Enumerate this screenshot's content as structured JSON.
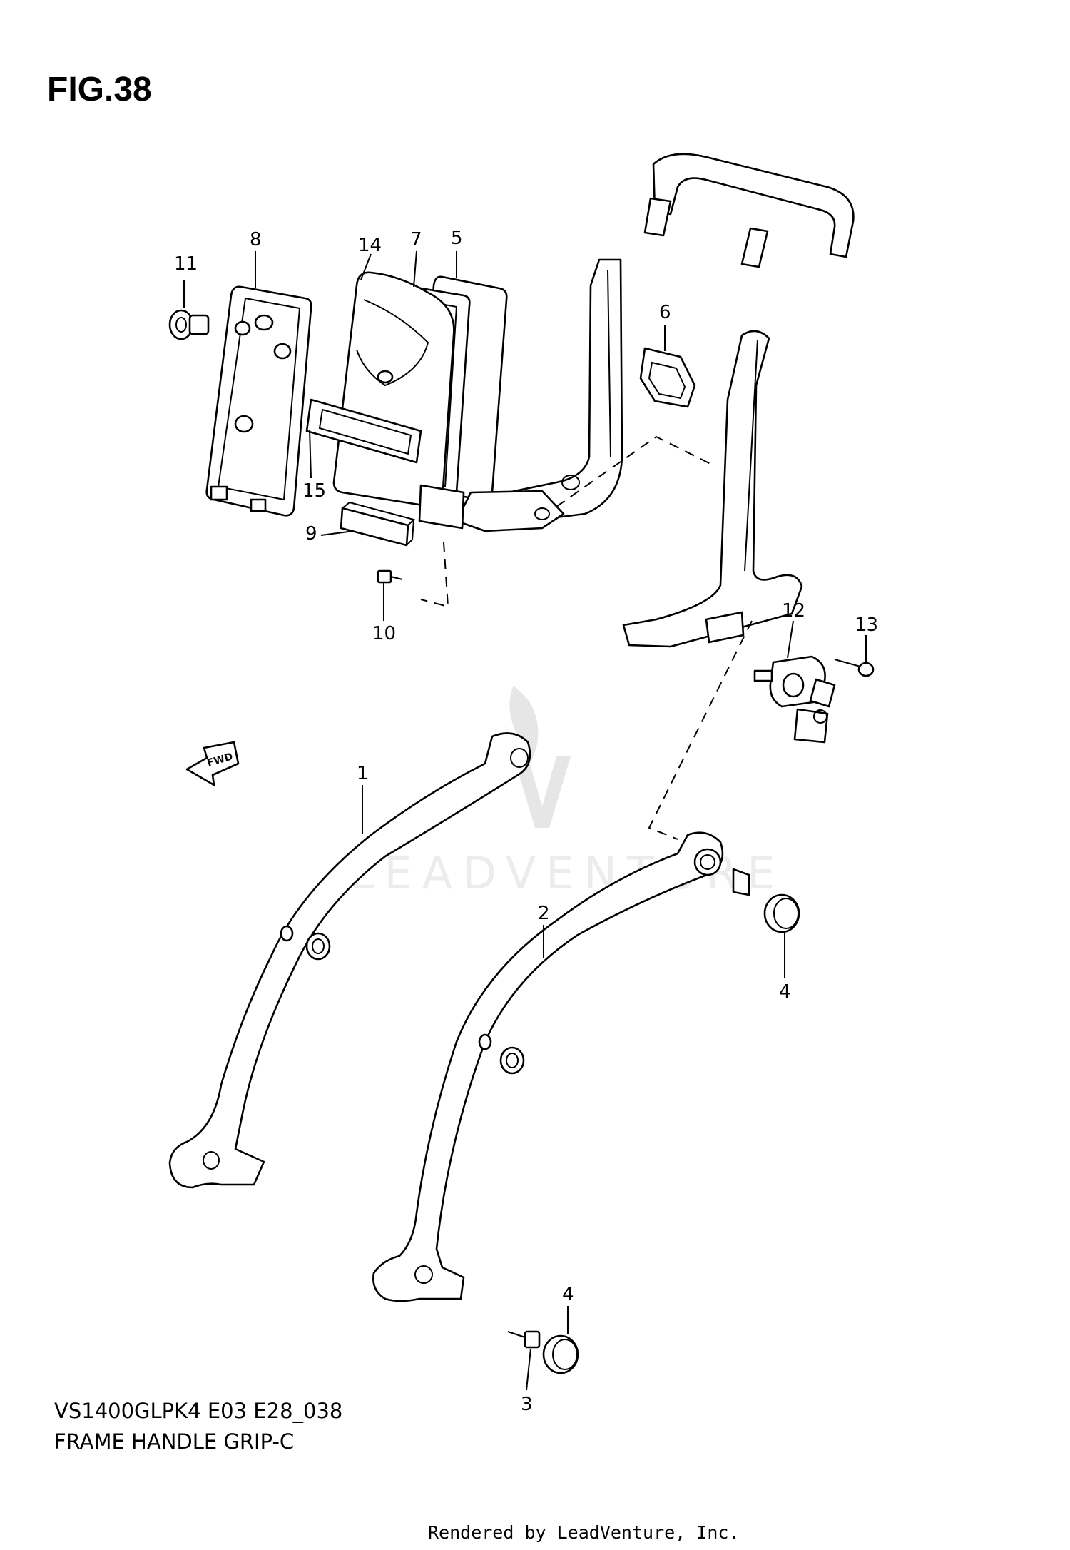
{
  "figure": {
    "title": "FIG.38",
    "model_code": "VS1400GLPK4 E03 E28_038",
    "section_name": "FRAME HANDLE GRIP-C",
    "rendered_by": "Rendered by LeadVenture, Inc.",
    "watermark": "LEADVENTURE",
    "fwd_label": "FWD"
  },
  "callouts": [
    {
      "id": "1",
      "label": "1"
    },
    {
      "id": "2",
      "label": "2"
    },
    {
      "id": "3",
      "label": "3"
    },
    {
      "id": "4a",
      "label": "4"
    },
    {
      "id": "4b",
      "label": "4"
    },
    {
      "id": "5",
      "label": "5"
    },
    {
      "id": "6",
      "label": "6"
    },
    {
      "id": "7",
      "label": "7"
    },
    {
      "id": "8",
      "label": "8"
    },
    {
      "id": "9",
      "label": "9"
    },
    {
      "id": "10",
      "label": "10"
    },
    {
      "id": "11",
      "label": "11"
    },
    {
      "id": "12",
      "label": "12"
    },
    {
      "id": "13",
      "label": "13"
    },
    {
      "id": "14",
      "label": "14"
    },
    {
      "id": "15",
      "label": "15"
    }
  ]
}
